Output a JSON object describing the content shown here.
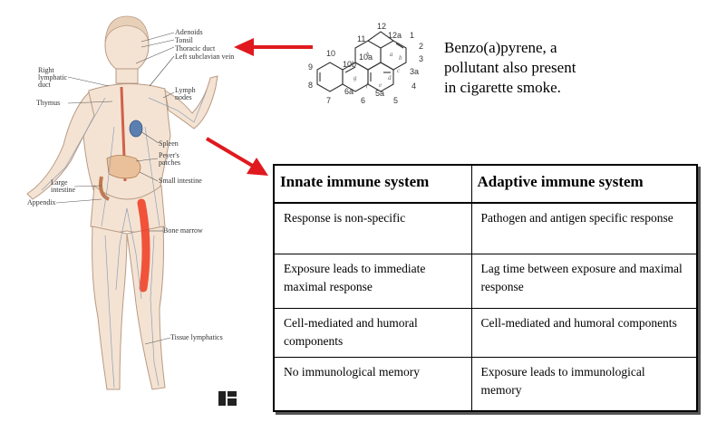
{
  "anatomy": {
    "labels": {
      "adenoids": "Adenoids",
      "tonsil": "Tonsil",
      "thoracic_duct": "Thoracic duct",
      "left_subclavian_vein": "Left subclavian vein",
      "right_lymphatic_duct_1": "Right",
      "right_lymphatic_duct_2": "lymphatic",
      "right_lymphatic_duct_3": "duct",
      "thymus": "Thymus",
      "lymph_nodes_1": "Lymph",
      "lymph_nodes_2": "nodes",
      "spleen": "Spleen",
      "peyers_patches_1": "Peyer's",
      "peyers_patches_2": "patches",
      "small_intestine": "Small intestine",
      "large_intestine_1": "Large",
      "large_intestine_2": "intestine",
      "appendix": "Appendix",
      "bone_marrow": "Bone marrow",
      "tissue_lymphatics": "Tissue lymphatics"
    },
    "colors": {
      "skin": "#f4e3d3",
      "outline": "#b89a84",
      "bone_marrow": "#ee3a1e",
      "vessels": "#8fa0b8"
    }
  },
  "molecule": {
    "atom_numbers": [
      "12",
      "1",
      "11",
      "12a",
      "2",
      "10",
      "10b",
      "10a",
      "9",
      "8",
      "6a",
      "7",
      "6",
      "5a",
      "5",
      "4",
      "3a",
      "3"
    ],
    "ring_letters": [
      "h",
      "a",
      "b",
      "c",
      "g",
      "f",
      "e",
      "d"
    ]
  },
  "caption": {
    "line1": "Benzo(a)pyrene, a",
    "line2": "pollutant also present",
    "line3": "in cigarette smoke."
  },
  "arrows": {
    "color": "#e0191e"
  },
  "table": {
    "headers": [
      "Innate immune system",
      "Adaptive immune system"
    ],
    "rows": [
      [
        "Response is non-specific",
        "Pathogen and antigen specific response"
      ],
      [
        "Exposure leads to immediate maximal response",
        "Lag time between exposure and maximal response"
      ],
      [
        "Cell-mediated and humoral components",
        "Cell-mediated and humoral components"
      ],
      [
        "No immunological memory",
        "Exposure leads to immunological memory"
      ]
    ]
  }
}
